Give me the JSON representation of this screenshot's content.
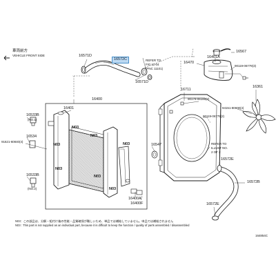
{
  "header": {
    "front_label_jp": "車両前方",
    "front_label_en": "VEHICLE FRONT SIDE"
  },
  "parts": {
    "p16571D_top": "16571D",
    "p16572C": "16572C",
    "p16571D_bot": "16571D",
    "ref_top": [
      "REFER TO",
      "FIG 11-04",
      "(PNC 11101)"
    ],
    "p16567": "16567",
    "p16470": "16470",
    "p16401A": "16401A",
    "p90119_1": "90119-06779(3)",
    "p16361": "16361",
    "p16400": "16400",
    "p16711": "16711",
    "p90179": "90179-06185(2)",
    "p90119_2": "90119-06779(2)",
    "p94151": "94151-80600(4)",
    "p16533B_top": "16533B",
    "p16533B_top_sub": "(NO.1)",
    "p16401": "16401",
    "p16534": "16534",
    "p91621": "91621-60840(4)",
    "p16547": "16547",
    "ref_illust": [
      "REFER TO",
      "ILLUST NO.",
      "2 OF 2"
    ],
    "p16572E": "16572E",
    "p16572B": "16572B",
    "p16533B_bot": "16533B",
    "p16533B_bot_sub": "(NO.2)",
    "p16400A": "16400A",
    "p16400F": "16400F",
    "p16572E_bot": "16572E",
    "n03": "N03",
    "diagram_code": "164854C"
  },
  "notes": {
    "jp": "N03：この部品は、分解・組付け後の性能・品質確保が難しいため、単品では補給していません。申品では補給されません",
    "en": "N03 : This part is not supplied as an individual part, because it is difficult to keep the function / quality of parts assembled / disassembled"
  },
  "colors": {
    "highlight_fill": "#bcd9f2",
    "highlight_border": "#4a90c8",
    "line": "#1a1a1a"
  }
}
